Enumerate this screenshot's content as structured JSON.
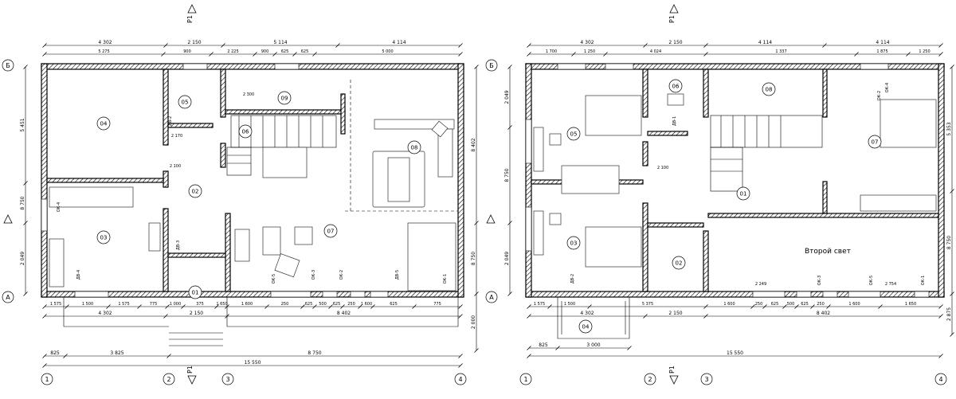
{
  "section_mark": "P1",
  "axes": {
    "numeric": [
      "1",
      "2",
      "3",
      "4"
    ],
    "letters": [
      "Б",
      "А"
    ]
  },
  "plan1": {
    "rooms": [
      "01",
      "02",
      "03",
      "04",
      "05",
      "06",
      "07",
      "08",
      "09"
    ],
    "dims_top_row1": [
      "4 302",
      "2 150",
      "5 114",
      "4 114"
    ],
    "dims_top_row2": [
      "5 275",
      "900",
      "2 225",
      "900",
      "625",
      "625",
      "5 000"
    ],
    "dims_bottom_row1": [
      "1 575",
      "1 500",
      "1 575",
      "775",
      "1 000",
      "375",
      "1 650",
      "1 600",
      "250",
      "625",
      "500",
      "625",
      "250",
      "1 600",
      "625",
      "775"
    ],
    "dims_bottom_row2": [
      "4 302",
      "2 150",
      "8 402"
    ],
    "dims_bottom_row3": [
      "825",
      "3 825",
      "8 750"
    ],
    "dims_total": "15 550",
    "dims_left": [
      "5 451",
      "8 750",
      "2 049"
    ],
    "dims_right": [
      "8 402",
      "8 750",
      "2 000"
    ],
    "openings": [
      "ДВ-2",
      "ДВ-3",
      "ДВ-4",
      "ДВ-5",
      "ОК-1",
      "ОК-2",
      "ОК-3",
      "ОК-4",
      "ОК-5"
    ],
    "heights": [
      "2 100",
      "2 170",
      "2 300"
    ]
  },
  "plan2": {
    "rooms": [
      "01",
      "02",
      "03",
      "04",
      "05",
      "06",
      "07",
      "08"
    ],
    "second_light": "Второй свет",
    "dims_top_row1": [
      "4 302",
      "2 150",
      "4 114",
      "4 114"
    ],
    "dims_top_row2": [
      "1 700",
      "1 250",
      "4 024",
      "1 337",
      "1 875",
      "1 250"
    ],
    "dims_bottom_row1": [
      "1 575",
      "1 500",
      "5 375",
      "1 600",
      "250",
      "625",
      "500",
      "625",
      "250",
      "1 600",
      "1 650"
    ],
    "dims_bottom_row2": [
      "4 302",
      "2 150",
      "8 402"
    ],
    "dims_bottom_row3": [
      "825",
      "3 000"
    ],
    "dims_total": "15 550",
    "dims_left": [
      "2 049",
      "8 750",
      "2 049"
    ],
    "dims_right": [
      "5 353",
      "8 750",
      "2 875"
    ],
    "openings": [
      "ДВ-1",
      "ДВ-2",
      "ОК-1",
      "ОК-2",
      "ОК-3",
      "ОК-4",
      "ОК-5"
    ],
    "heights": [
      "2 100",
      "2 249",
      "2 754"
    ]
  }
}
